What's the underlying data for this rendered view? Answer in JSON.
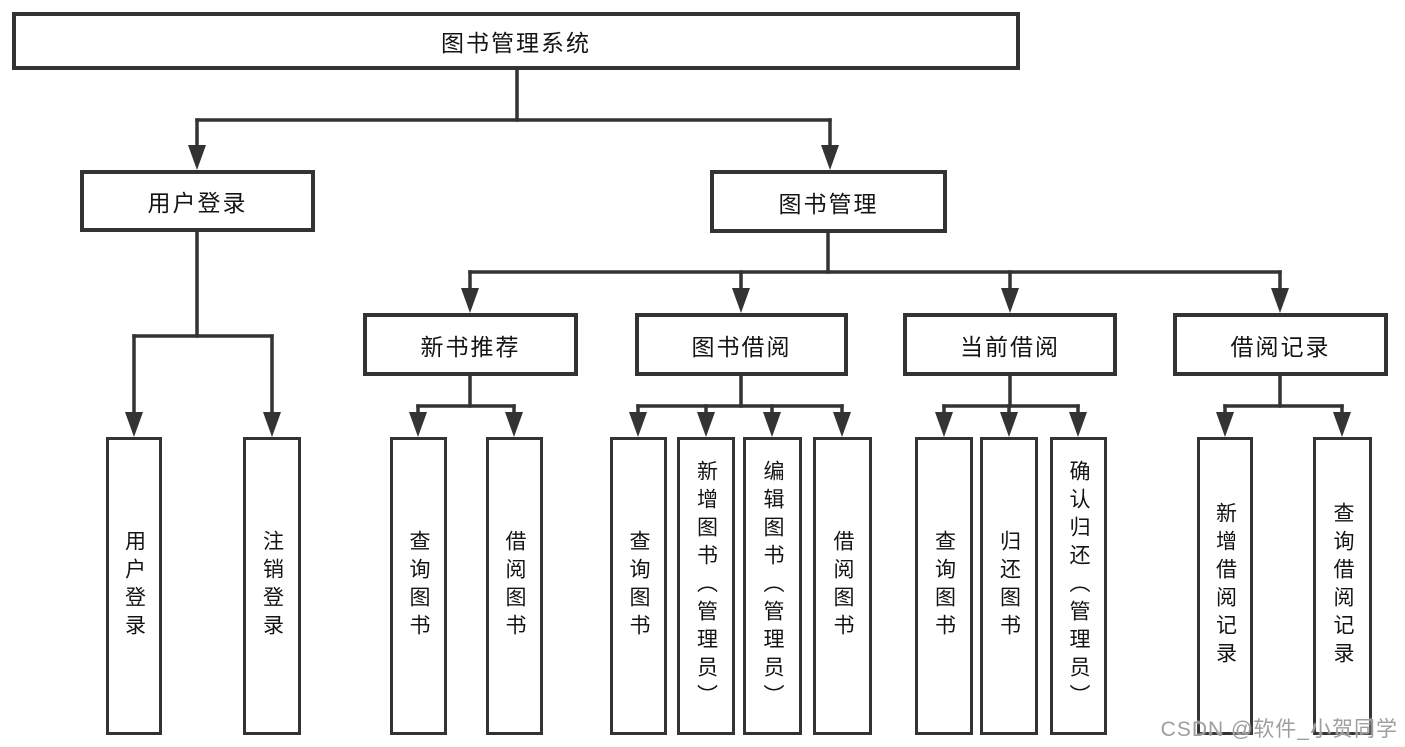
{
  "diagram": {
    "title_node": {
      "label": "图书管理系统"
    },
    "level2": [
      {
        "label": "用户登录"
      },
      {
        "label": "图书管理"
      }
    ],
    "level3": [
      {
        "label": "新书推荐"
      },
      {
        "label": "图书借阅"
      },
      {
        "label": "当前借阅"
      },
      {
        "label": "借阅记录"
      }
    ],
    "leaves": {
      "user_login": [
        {
          "label": "用户登录"
        },
        {
          "label": "注销登录"
        }
      ],
      "new_book": [
        {
          "label": "查询图书"
        },
        {
          "label": "借阅图书"
        }
      ],
      "book_borrow": [
        {
          "label": "查询图书"
        },
        {
          "label": "新增图书（管理员）"
        },
        {
          "label": "编辑图书（管理员）"
        },
        {
          "label": "借阅图书"
        }
      ],
      "current_borrow": [
        {
          "label": "查询图书"
        },
        {
          "label": "归还图书"
        },
        {
          "label": "确认归还（管理员）"
        }
      ],
      "borrow_record": [
        {
          "label": "新增借阅记录"
        },
        {
          "label": "查询借阅记录"
        }
      ]
    },
    "colors": {
      "line": "#333333",
      "box_border": "#333333",
      "text": "#141414",
      "background": "#ffffff",
      "watermark": "#9e9e9e"
    }
  },
  "watermark": {
    "text": "CSDN @软件_小贺同学"
  }
}
